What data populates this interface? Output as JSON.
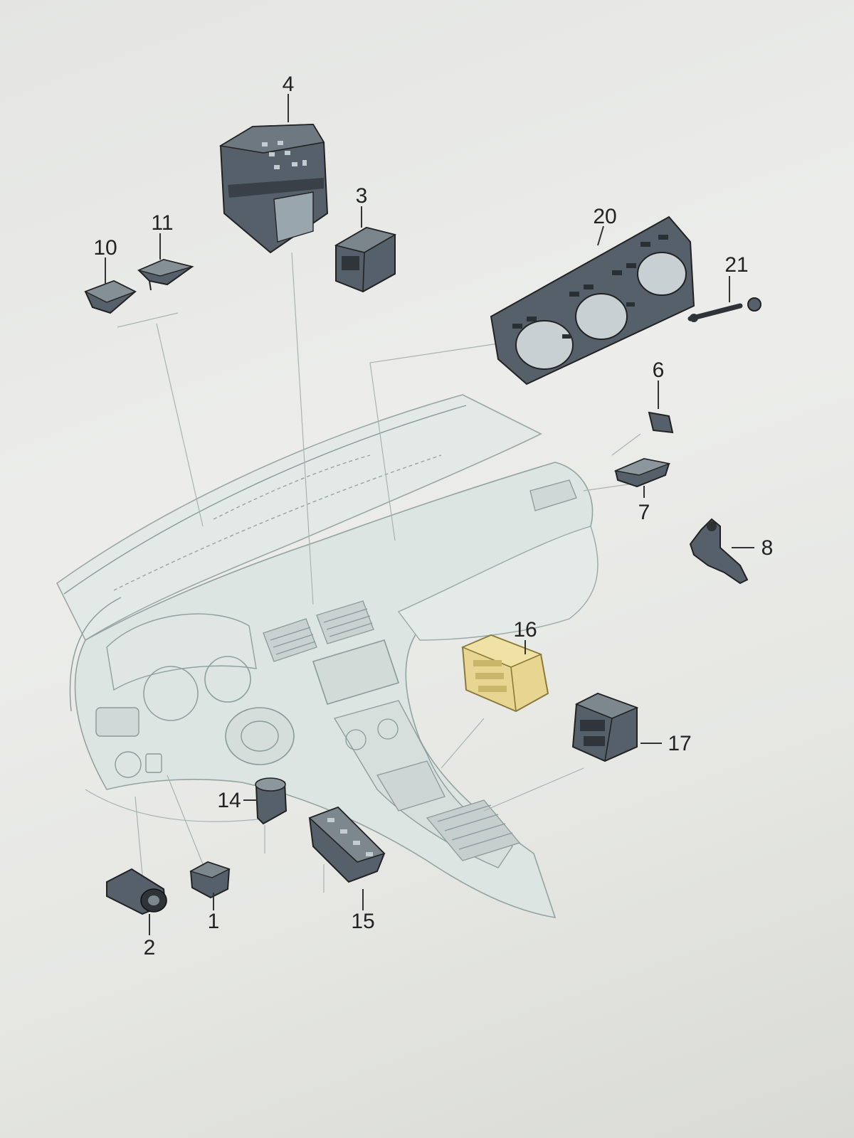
{
  "callouts": {
    "p1": "1",
    "p2": "2",
    "p3": "3",
    "p4": "4",
    "p6": "6",
    "p7": "7",
    "p8": "8",
    "p10": "10",
    "p11": "11",
    "p14": "14",
    "p15": "15",
    "p16": "16",
    "p17": "17",
    "p20": "20",
    "p21": "21"
  },
  "colors": {
    "highlight": "#e7d591",
    "dashboard_fill": "#dfe6e4",
    "part_dark": "#56606a"
  }
}
